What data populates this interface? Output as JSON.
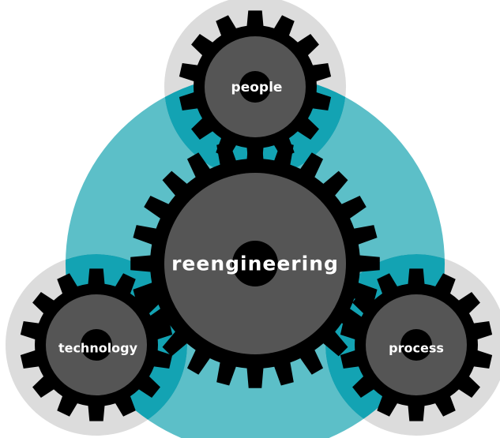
{
  "diagram": {
    "center": {
      "label": "reengineering"
    },
    "top": {
      "label": "people"
    },
    "left": {
      "label": "technology"
    },
    "right": {
      "label": "process"
    }
  },
  "colors": {
    "background": "#ffffff",
    "teal_circle": "#5cbfc8",
    "halo": "#dcdcdc",
    "halo_overlap": "#13a3b3",
    "gear_teeth": "#000000",
    "gear_face": "#555555",
    "gear_hub": "#000000",
    "label": "#ffffff"
  }
}
